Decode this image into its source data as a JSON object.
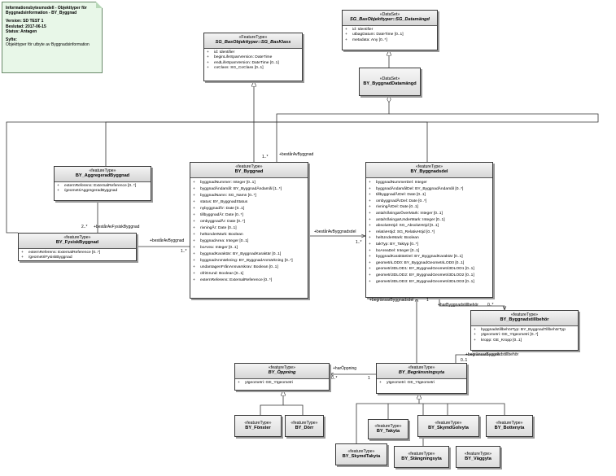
{
  "note": {
    "title": "Informationsbytesmodell - Objekttyper för Byggnadsinformation - BY_Byggnad",
    "version": "Version: SD TEST 1",
    "decided": "Beslutad: 2017-06-15",
    "status": "Status: Antagen",
    "purpose_label": "Syfte:",
    "purpose_text": "Objekttyper för utbyte av Byggnadsinformation"
  },
  "classes": {
    "bas": {
      "stereotype": "«FeatureType»",
      "name": "SG_BasObjekttyper::SG_BasKlass",
      "attrs": [
        "id: Identifier",
        "beginLifeSpanVersion: DateTime",
        "endLifeSpanVersion: DateTime [0..1]",
        "coClass: SG_CoClass [0..1]"
      ]
    },
    "datamangd": {
      "stereotype": "«DataSet»",
      "name": "SG_BasObjekttyper::SG_Datamängd",
      "attrs": [
        "id: Identifier",
        "utbagDatum: DateTime [0..1]",
        "metadata: Any [0..*]"
      ]
    },
    "byggnadDatamangd": {
      "stereotype": "«DataSet»",
      "name": "BY_ByggnadDatamängd"
    },
    "aggregerad": {
      "stereotype": "«featureType»",
      "name": "BY_AggregeradByggnad",
      "attrs": [
        "externReferens: ExternalReference [0..*]",
        "/geometriAggregeradByggnad"
      ]
    },
    "fysisk": {
      "stereotype": "«featureType»",
      "name": "BY_FysiskByggnad",
      "attrs": [
        "externReferens: ExternalReference [0..*]",
        "/geometriFysiskByggnad"
      ]
    },
    "byggnad": {
      "stereotype": "«featureType»",
      "name": "BY_Byggnad",
      "attrs": [
        "byggnadNummer: Integer [0..1]",
        "byggnadÄndamål: BY_ByggnadÄndamål [1..*]",
        "byggnadNamn: SG_Namn [0..*]",
        "status: BY_ByggnadStatus",
        "nybyggnadÅr: Date [0..1]",
        "tillbyggnadÅr: Date [0..*]",
        "ombyggnadÅr: Date [0..*]",
        "rivningÅr: Date [0..1]",
        "heltUnderMark: Boolean",
        "byggnadArea: Integer [0..1]",
        "boArea: Integer [0..1]",
        "byggnadKaraktär: BY_ByggnadKaraktär [0..1]",
        "byggnadAnmärkning: BY_ByggnadAnmärkning [0..*]",
        "undantagenFrånAnsvarskrav: Boolean [0..1]",
        "ofriGrund: Boolean [0..1]",
        "externReferens: ExternalReference [0..*]"
      ]
    },
    "byggnadsdel": {
      "stereotype": "«featureType»",
      "name": "BY_Byggnadsdel",
      "attrs": [
        "byggnadNummerDel: Integer",
        "byggnadÄndamålDel: BY_ByggnadÄndamål [0..*]",
        "tillbyggnadÅrDel: Date [0..1]",
        "ombyggnadÅrDel: Date [0..*]",
        "rivningÅrDel: Date [0..1]",
        "antalVåningarÖverMark: Integer [0..1]",
        "antalVåningarUnderMark: Integer [0..1]",
        "absolutHöjd: SG_AbsolutHöjd [0..1]",
        "relativHöjd: SG_RelativHöjd [0..*]",
        "heltUnderMark: Boolean",
        "takTyp: BY_Taktyp [0..*]",
        "boAreaDel: Integer [0..1]",
        "byggnadKaraktärDel: BY_ByggnadKaraktär [0..1]",
        "geometriLOD0: BY_ByggnadGeometriLOD0 [0..1]",
        "geometri3DLOD1: BY_ByggnadGeometri3DLOD1 [0..1]",
        "geometri3DLOD2: BY_ByggnadGeometri3DLOD2 [0..1]",
        "geometri3DLOD3: BY_ByggnadGeometri3DLOD3 [0..1]"
      ]
    },
    "tillbehor": {
      "stereotype": "«featureType»",
      "name": "BY_Byggnadstillbehör",
      "attrs": [
        "byggnadstillbehörTyp: BY_ByggnadTillbehörTyp",
        "ytgeometri: GE_Ytgeometri [0..*]",
        "kropp: GE_Kropp [0..1]"
      ]
    },
    "oppning": {
      "stereotype": "«featureType»",
      "name": "BY_Öppning",
      "attrs": [
        "ytgeometri: GE_Ytgeometri"
      ]
    },
    "begransningsyta": {
      "stereotype": "«featureType»",
      "name": "BY_Begränsningsyta",
      "attrs": [
        "ytgeometri: GE_Ytgeometri"
      ]
    },
    "fonster": {
      "stereotype": "«featureType»",
      "name": "BY_Fönster"
    },
    "dorr": {
      "stereotype": "«featureType»",
      "name": "BY_Dörr"
    },
    "takyta": {
      "stereotype": "«featureType»",
      "name": "BY_Takyta"
    },
    "skymdGolvyta": {
      "stereotype": "«featureType»",
      "name": "BY_SkymdGolvyta"
    },
    "bottenyta": {
      "stereotype": "«featureType»",
      "name": "BY_Bottenyta"
    },
    "skymdTakyta": {
      "stereotype": "«featureType»",
      "name": "BY_SkymdTakyta"
    },
    "stangningsyta": {
      "stereotype": "«featureType»",
      "name": "BY_Stängningsyta"
    },
    "vaggyta": {
      "stereotype": "«featureType»",
      "name": "BY_Väggyta"
    }
  },
  "labels": {
    "bestarAvByggnad": "+bestårAvByggnad",
    "bestarAvByggnad_mult": "1..*",
    "bestarAvFysiskByggnad": "+bestårAvFysiskByggnad",
    "bestarAvFysiskByggnad_mult": "2..*",
    "bestarAvByggnad2": "+bestårAvByggnad",
    "bestarAvByggnad2_mult": "1..*",
    "bestarAvByggnadsdel": "+bestårAvByggnadsdel",
    "bestarAvByggnadsdel_mult": "1..*",
    "harByggnadstillbehor": "+harByggnadstillbehör",
    "harByggnadstillbehor_mult": "0..*",
    "begransarByggnadsdel": "+begränsarByggnadsdel",
    "begransarByggnadsdel_mult": "1",
    "begransarByggnadstillbehor": "+begränsarByggnadstillbehör",
    "begransarByggnadstillbehor_mult": "0..1",
    "harOppning": "+harÖppning",
    "harOppning_mult": "0..*",
    "mult_one": "1"
  }
}
